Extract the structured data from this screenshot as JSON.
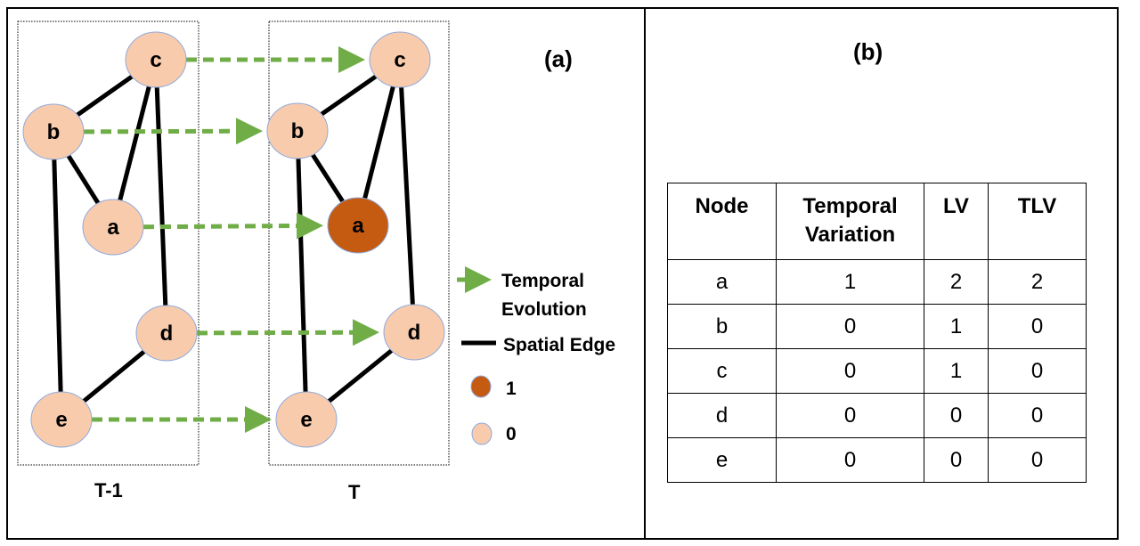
{
  "panels": {
    "a_label": "(a)",
    "b_label": "(b)"
  },
  "time_labels": {
    "prev": "T-1",
    "curr": "T"
  },
  "graph_prev": {
    "nodes": [
      {
        "id": "c",
        "label": "c",
        "value": 0
      },
      {
        "id": "b",
        "label": "b",
        "value": 0
      },
      {
        "id": "a",
        "label": "a",
        "value": 0
      },
      {
        "id": "d",
        "label": "d",
        "value": 0
      },
      {
        "id": "e",
        "label": "e",
        "value": 0
      }
    ],
    "spatial_edges": [
      [
        "b",
        "c"
      ],
      [
        "c",
        "a"
      ],
      [
        "b",
        "a"
      ],
      [
        "c",
        "d"
      ],
      [
        "b",
        "e"
      ],
      [
        "d",
        "e"
      ]
    ]
  },
  "graph_curr": {
    "nodes": [
      {
        "id": "c",
        "label": "c",
        "value": 0
      },
      {
        "id": "b",
        "label": "b",
        "value": 0
      },
      {
        "id": "a",
        "label": "a",
        "value": 1
      },
      {
        "id": "d",
        "label": "d",
        "value": 0
      },
      {
        "id": "e",
        "label": "e",
        "value": 0
      }
    ],
    "spatial_edges": [
      [
        "b",
        "c"
      ],
      [
        "c",
        "a"
      ],
      [
        "b",
        "a"
      ],
      [
        "c",
        "d"
      ],
      [
        "b",
        "e"
      ],
      [
        "d",
        "e"
      ]
    ]
  },
  "temporal_edges": [
    "c",
    "b",
    "a",
    "d",
    "e"
  ],
  "legend": {
    "temporal_line1": "Temporal",
    "temporal_line2": "Evolution",
    "spatial": "Spatial Edge",
    "value_one": "1",
    "value_zero": "0"
  },
  "colors": {
    "node_zero": "#f8cbad",
    "node_one": "#c55a11",
    "node_stroke": "#8faadc",
    "temporal_arrow": "#70ad47",
    "spatial_edge": "#000000"
  },
  "table": {
    "headers": [
      "Node",
      "Temporal Variation",
      "LV",
      "TLV"
    ],
    "rows": [
      [
        "a",
        "1",
        "2",
        "2"
      ],
      [
        "b",
        "0",
        "1",
        "0"
      ],
      [
        "c",
        "0",
        "1",
        "0"
      ],
      [
        "d",
        "0",
        "0",
        "0"
      ],
      [
        "e",
        "0",
        "0",
        "0"
      ]
    ]
  }
}
